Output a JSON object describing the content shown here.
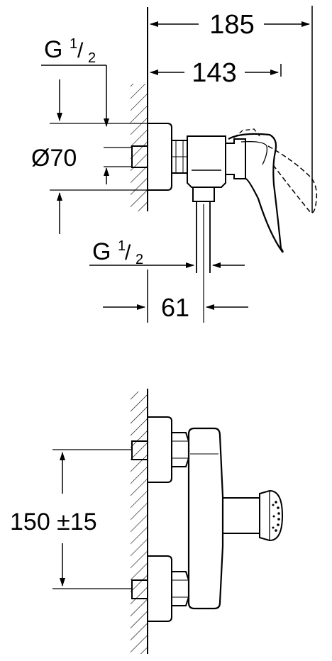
{
  "dimensions": {
    "overall_width": "185",
    "depth_143": "143",
    "thread_top": "G",
    "thread_top_num": "1",
    "thread_top_den": "2",
    "diameter": "Ø70",
    "thread_bottom": "G",
    "thread_bottom_num": "1",
    "thread_bottom_den": "2",
    "outlet_offset": "61",
    "center_distance": "150 ±15"
  }
}
